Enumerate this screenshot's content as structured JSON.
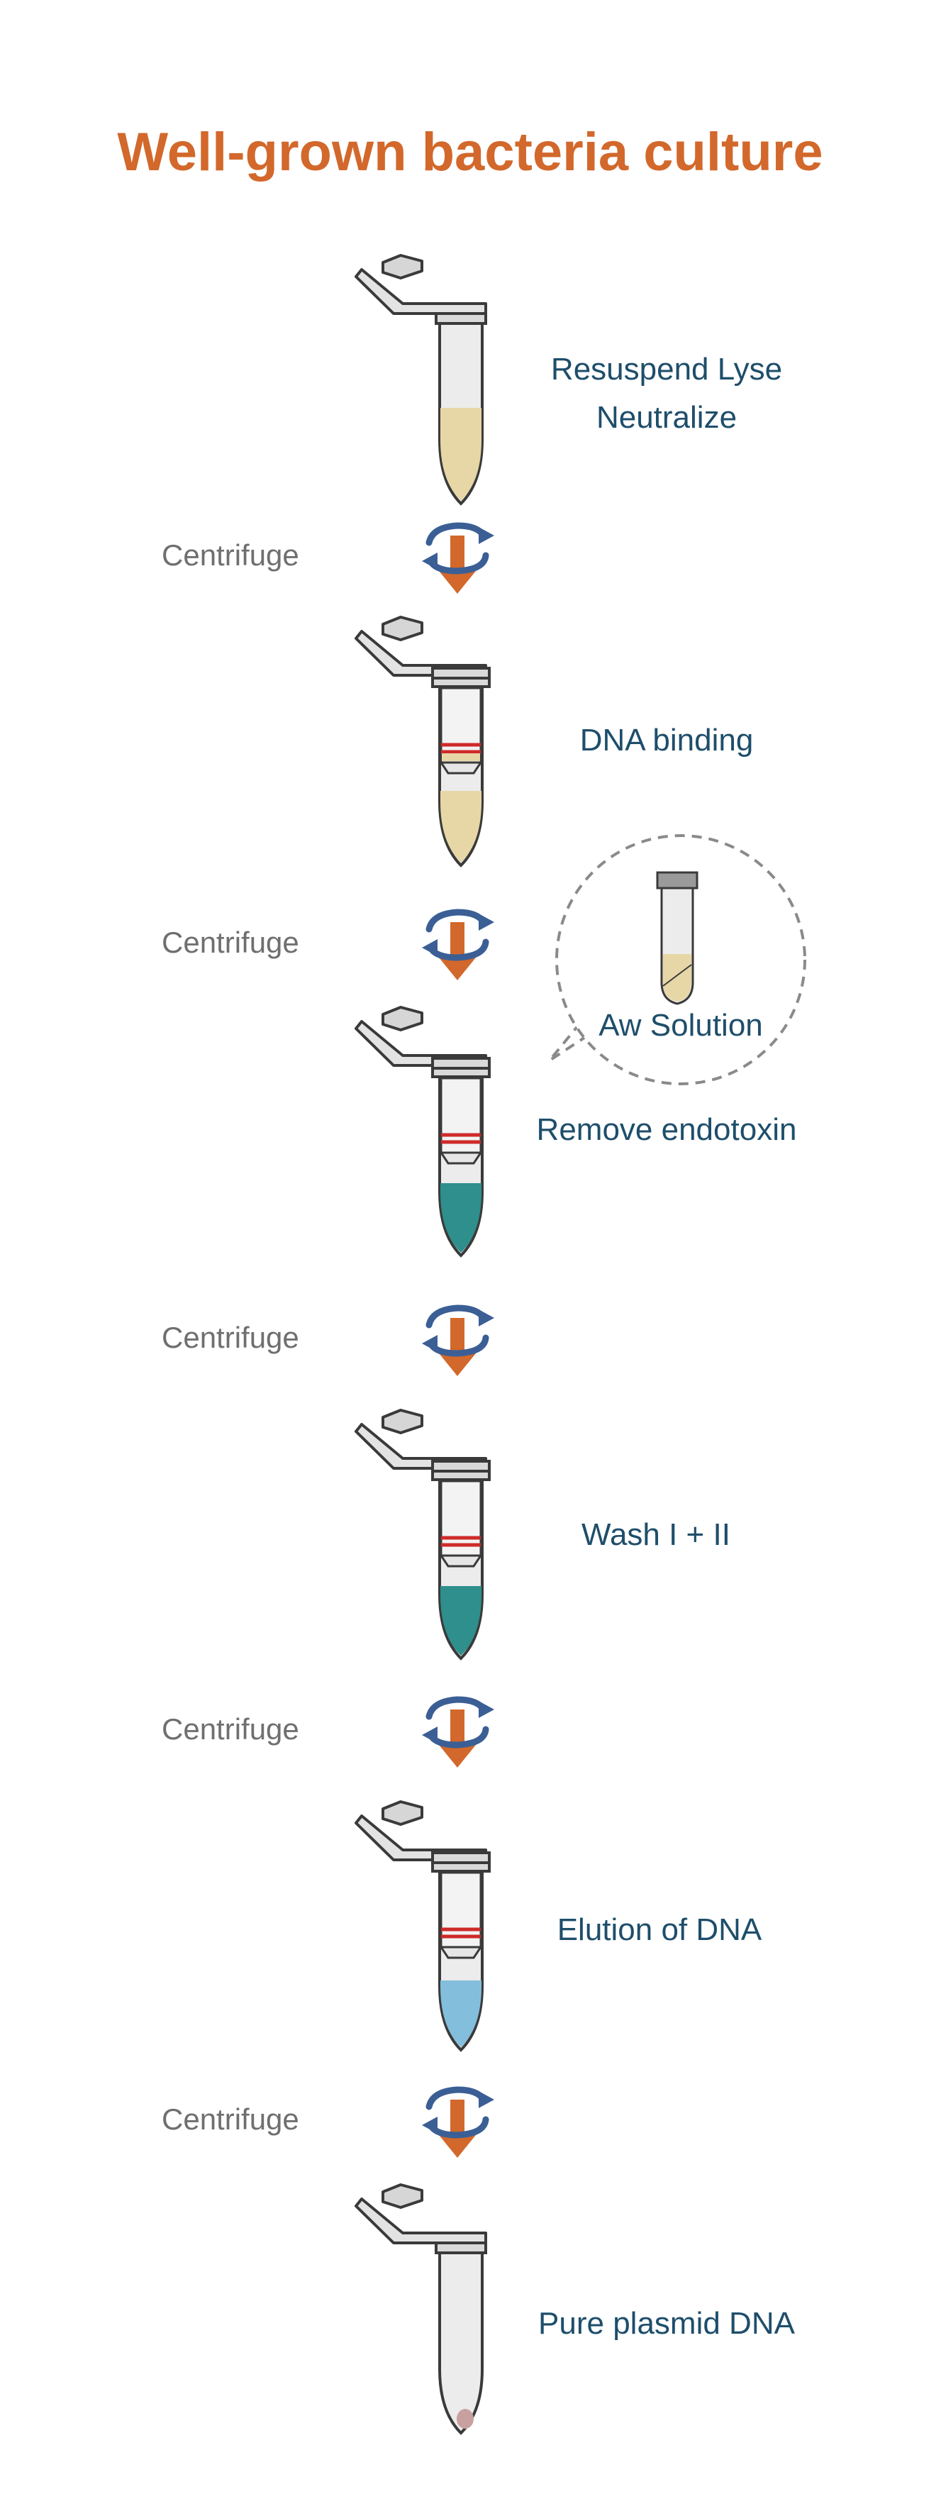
{
  "title": "Well-grown bacteria culture",
  "colors": {
    "title": "#d2682b",
    "step_text": "#1e4e6b",
    "centrifuge_text": "#6f6f6f",
    "arrow_orange": "#d2682b",
    "arrow_blue": "#3b5f95",
    "tube_outline": "#3a3a3a",
    "tube_fill": "#ececec",
    "filter_red": "#cf2a2a",
    "lysate": "#e7d7a6",
    "endotoxin_liquid": "#2e8f8c",
    "elution_liquid": "#83bedc",
    "pellet": "#c9a0a0",
    "callout_border": "#8a8a8a"
  },
  "steps": [
    {
      "line1": "Resuspend Lyse",
      "line2": "Neutralize",
      "tube": "plain",
      "liquid": "lysate"
    },
    {
      "line1": "DNA binding",
      "tube": "column",
      "liquid": "lysate"
    },
    {
      "line1": "Remove endotoxin",
      "tube": "column",
      "liquid": "endotoxin"
    },
    {
      "line1": "Wash I + II",
      "tube": "column",
      "liquid": "endotoxin"
    },
    {
      "line1": "Elution of DNA",
      "tube": "column",
      "liquid": "elution"
    },
    {
      "line1": "Pure plasmid DNA",
      "tube": "plain",
      "liquid": "pellet"
    }
  ],
  "centrifuge_label": "Centrifuge",
  "centrifuge_count": 5,
  "callout": {
    "label": "Aw Solution",
    "icon": "reagent-tube-icon"
  },
  "icons": [
    "microcentrifuge-tube-icon",
    "spin-column-icon",
    "centrifuge-arrow-icon",
    "reagent-tube-icon"
  ]
}
